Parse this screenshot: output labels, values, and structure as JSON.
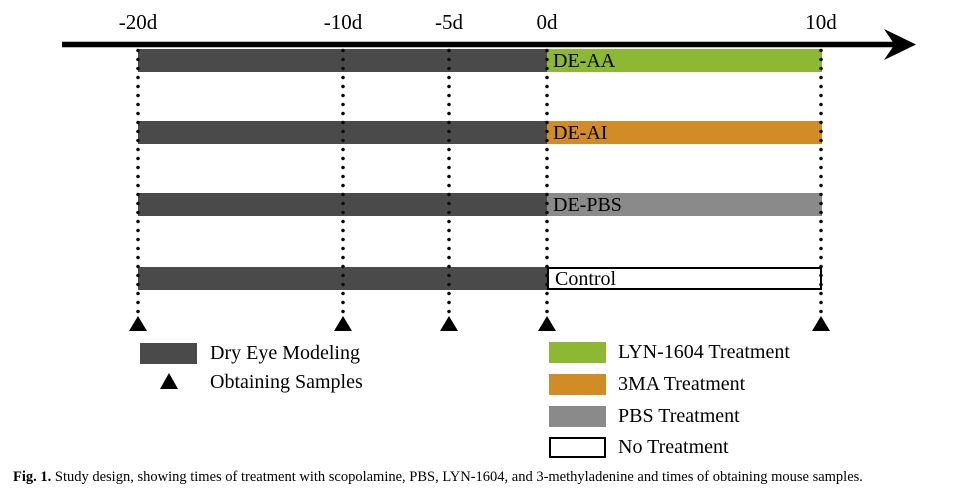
{
  "figure": {
    "timeline": {
      "ticks": [
        "-20d",
        "-10d",
        "-5d",
        "0d",
        "10d"
      ]
    },
    "rows": [
      {
        "label": "DE-AA",
        "modeling_phase": "Dry Eye Modeling",
        "treatment_phase": "LYN-1604 Treatment"
      },
      {
        "label": "DE-AI",
        "modeling_phase": "Dry Eye Modeling",
        "treatment_phase": "3MA Treatment"
      },
      {
        "label": "DE-PBS",
        "modeling_phase": "Dry Eye Modeling",
        "treatment_phase": "PBS Treatment"
      },
      {
        "label": "Control",
        "modeling_phase": "Dry Eye Modeling",
        "treatment_phase": "No Treatment"
      }
    ],
    "legend_left": [
      {
        "label": "Dry Eye Modeling"
      },
      {
        "label": "Obtaining Samples"
      }
    ],
    "legend_right": [
      {
        "label": "LYN-1604 Treatment"
      },
      {
        "label": "3MA Treatment"
      },
      {
        "label": "PBS Treatment"
      },
      {
        "label": "No Treatment"
      }
    ],
    "caption": {
      "prefix": "Fig. 1.",
      "body": " Study design, showing times of treatment with scopolamine, PBS, LYN-1604, and 3-methyladenine and times of obtaining mouse samples."
    }
  },
  "colors": {
    "dry_eye_modeling": "#4A4A4A",
    "lyn_1604": "#8CB931",
    "three_ma": "#D18C26",
    "pbs": "#8A8A8A",
    "no_treatment": "#FFFFFF",
    "axis": "#000000"
  }
}
